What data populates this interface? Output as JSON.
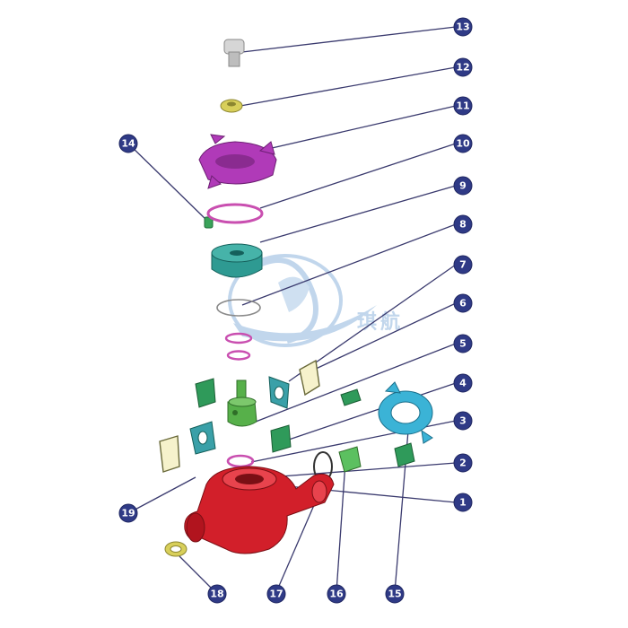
{
  "watermark": {
    "text": "琪航",
    "color": "#8fb6dd"
  },
  "colors": {
    "badge": "#2f3a86",
    "leader": "#3a3a6e",
    "body_red": "#d21f2a",
    "hammer_magenta": "#b03ab8",
    "segment_green": "#2f9a5a",
    "insert_teal": "#3aa0a8",
    "nut_cyan": "#3bb3d6",
    "seal_ring_pink": "#c94fb0",
    "brass_yellow": "#d8cf5a",
    "cap_gray": "#c9c9c9"
  },
  "callouts": [
    {
      "number": "1"
    },
    {
      "number": "2"
    },
    {
      "number": "3"
    },
    {
      "number": "4"
    },
    {
      "number": "5"
    },
    {
      "number": "6"
    },
    {
      "number": "7"
    },
    {
      "number": "8"
    },
    {
      "number": "9"
    },
    {
      "number": "10"
    },
    {
      "number": "11"
    },
    {
      "number": "12"
    },
    {
      "number": "13"
    },
    {
      "number": "14"
    },
    {
      "number": "15"
    },
    {
      "number": "16"
    },
    {
      "number": "17"
    },
    {
      "number": "18"
    },
    {
      "number": "19"
    }
  ]
}
